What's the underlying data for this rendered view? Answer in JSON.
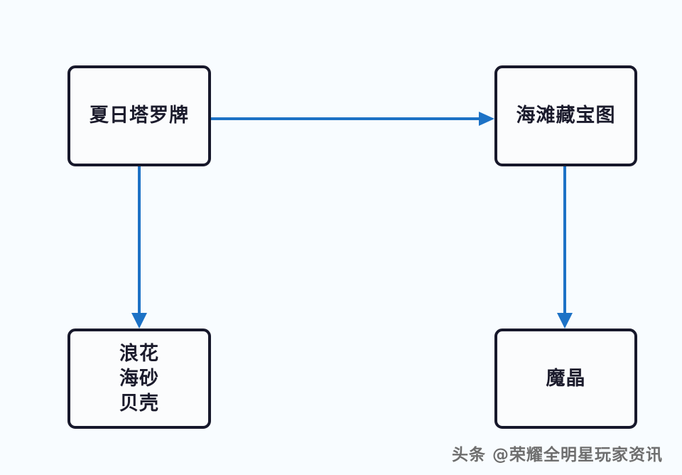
{
  "diagram": {
    "background_color": "#f8fcff",
    "node_border_color": "#17182b",
    "node_fill_color": "#fbfcfd",
    "edge_color": "#1d72c6",
    "text_color": "#1b1b2c",
    "nodes": [
      {
        "id": "summer-tarot",
        "lines": [
          "夏日塔罗牌"
        ]
      },
      {
        "id": "beach-treasure-map",
        "lines": [
          "海滩藏宝图"
        ]
      },
      {
        "id": "materials",
        "lines": [
          "浪花",
          "海砂",
          "贝壳"
        ]
      },
      {
        "id": "magic-crystal",
        "lines": [
          "魔晶"
        ]
      }
    ],
    "edges": [
      {
        "id": "summer-tarot-to-beach-treasure-map",
        "from": "summer-tarot",
        "to": "beach-treasure-map",
        "direction": "right",
        "label": ""
      },
      {
        "id": "summer-tarot-to-materials",
        "from": "summer-tarot",
        "to": "materials",
        "direction": "down",
        "label": ""
      },
      {
        "id": "beach-treasure-map-to-magic-crystal",
        "from": "beach-treasure-map",
        "to": "magic-crystal",
        "direction": "down",
        "label": ""
      }
    ]
  },
  "watermark": {
    "text": "头条 @荣耀全明星玩家资讯",
    "color": "#6e6e6e"
  }
}
